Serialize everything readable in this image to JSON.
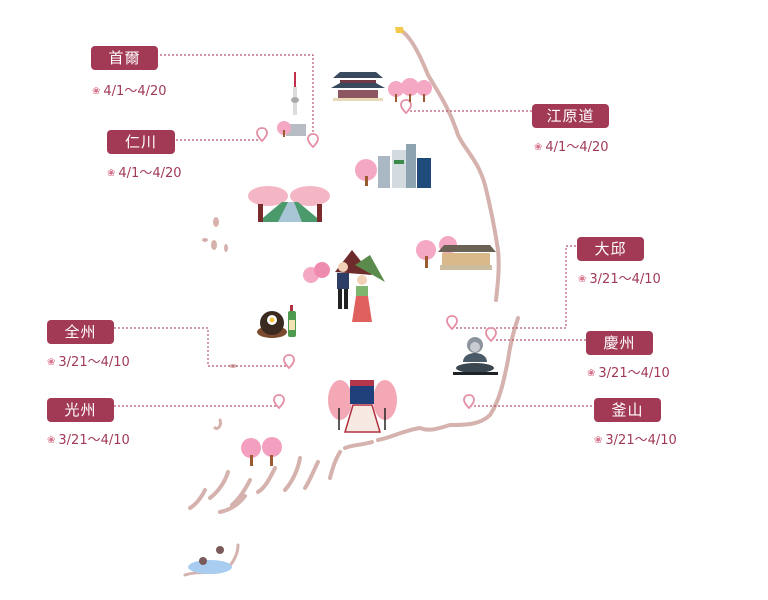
{
  "theme": {
    "label_color": "#a23a56",
    "coast_color": "#d5b2ad",
    "pin_color": "#e58fa5",
    "line_color": "#b8586f"
  },
  "regions": [
    {
      "name": "首爾",
      "date": "4/1～4/20"
    },
    {
      "name": "仁川",
      "date": "4/1～4/20"
    },
    {
      "name": "江原道",
      "date": "4/1～4/20"
    },
    {
      "name": "大邱",
      "date": "3/21～4/10"
    },
    {
      "name": "慶州",
      "date": "3/21～4/10"
    },
    {
      "name": "釜山",
      "date": "3/21～4/10"
    },
    {
      "name": "全州",
      "date": "3/21～4/10"
    },
    {
      "name": "光州",
      "date": "3/21～4/10"
    }
  ],
  "icons": {
    "date_marker": "❀"
  },
  "illustrations": [
    "namsan-tower",
    "gyeongbokgung-palace",
    "cherry-trees-seoul",
    "city-buildings",
    "cherry-blossom-river",
    "hanbok-couple",
    "hanok-house",
    "bibimbap-soju",
    "buddha-statue",
    "cherry-blossom-railway",
    "cherry-trees-south",
    "jeju-hot-spring"
  ]
}
